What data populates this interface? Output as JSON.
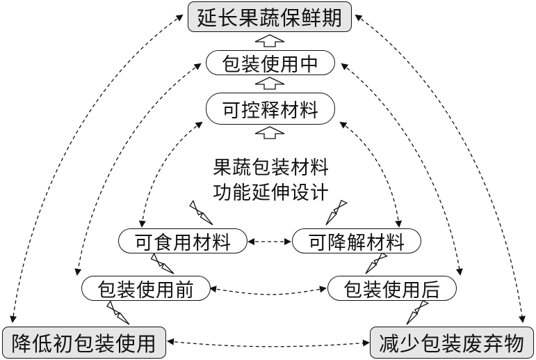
{
  "diagram": {
    "center_title": {
      "line1": "果蔬包装材料",
      "line2": "功能延伸设计"
    },
    "goals": {
      "top": "延长果蔬保鲜期",
      "bottom_left": "降低初包装使用",
      "bottom_right": "减少包装废弃物"
    },
    "stages": {
      "during_use": "包装使用中",
      "before_use": "包装使用前",
      "after_use": "包装使用后"
    },
    "materials": {
      "controlled_release": "可控释材料",
      "edible": "可食用材料",
      "degradable": "可降解材料"
    },
    "colors": {
      "goal_fill": "#e6e6e6",
      "stroke": "#111111",
      "background": "#ffffff"
    },
    "connections": [
      {
        "from": "可控释材料",
        "to": "包装使用中",
        "style": "hollow-arrow"
      },
      {
        "from": "包装使用中",
        "to": "延长果蔬保鲜期",
        "style": "hollow-arrow"
      },
      {
        "from": "果蔬包装材料功能延伸设计",
        "to": "可控释材料",
        "style": "hollow-arrow"
      },
      {
        "from": "果蔬包装材料功能延伸设计",
        "to": "可食用材料",
        "style": "lightning-arrow"
      },
      {
        "from": "果蔬包装材料功能延伸设计",
        "to": "可降解材料",
        "style": "lightning-arrow"
      },
      {
        "from": "可食用材料",
        "to": "包装使用前",
        "style": "lightning-arrow"
      },
      {
        "from": "可降解材料",
        "to": "包装使用后",
        "style": "lightning-arrow"
      },
      {
        "from": "包装使用前",
        "to": "降低初包装使用",
        "style": "lightning-arrow"
      },
      {
        "from": "包装使用后",
        "to": "减少包装废弃物",
        "style": "lightning-arrow"
      },
      {
        "from": "可食用材料",
        "to": "可降解材料",
        "style": "dashed-bidirectional"
      },
      {
        "from": "包装使用前",
        "to": "包装使用后",
        "style": "dashed-bidirectional"
      },
      {
        "from": "降低初包装使用",
        "to": "减少包装废弃物",
        "style": "dashed-bidirectional"
      },
      {
        "from": "可控释材料",
        "to": "可食用材料",
        "style": "dashed-bidirectional"
      },
      {
        "from": "可控释材料",
        "to": "可降解材料",
        "style": "dashed-bidirectional"
      },
      {
        "from": "包装使用中",
        "to": "包装使用前",
        "style": "dashed-bidirectional"
      },
      {
        "from": "包装使用中",
        "to": "包装使用后",
        "style": "dashed-bidirectional"
      },
      {
        "from": "延长果蔬保鲜期",
        "to": "降低初包装使用",
        "style": "dashed-bidirectional"
      },
      {
        "from": "延长果蔬保鲜期",
        "to": "减少包装废弃物",
        "style": "dashed-bidirectional"
      }
    ]
  }
}
